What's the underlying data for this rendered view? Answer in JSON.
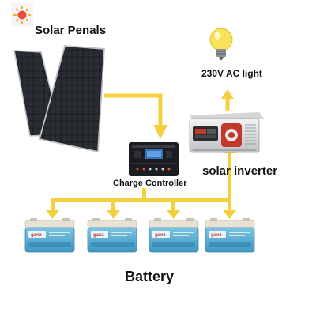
{
  "labels": {
    "solar_panels": "Solar Penals",
    "ac_light": "230V AC light",
    "inverter": "solar inverter",
    "charge_controller": "Charge Controller",
    "battery": "Battery"
  },
  "batteries": [
    {
      "brand": "ganz"
    },
    {
      "brand": "ganz"
    },
    {
      "brand": "ganz"
    },
    {
      "brand": "ganz"
    }
  ],
  "colors": {
    "arrow": "#f4d03f",
    "battery_body": "#5fb3d6",
    "battery_top": "#e8e2d4",
    "panel": "#1d1f24",
    "inverter_body": "#e9e9ea",
    "inverter_accent": "#c0392b",
    "sun": "#f39c12",
    "bulb": "#f7e35a"
  },
  "icons": {
    "sun": "sun-icon",
    "bulb": "light-bulb-icon"
  }
}
